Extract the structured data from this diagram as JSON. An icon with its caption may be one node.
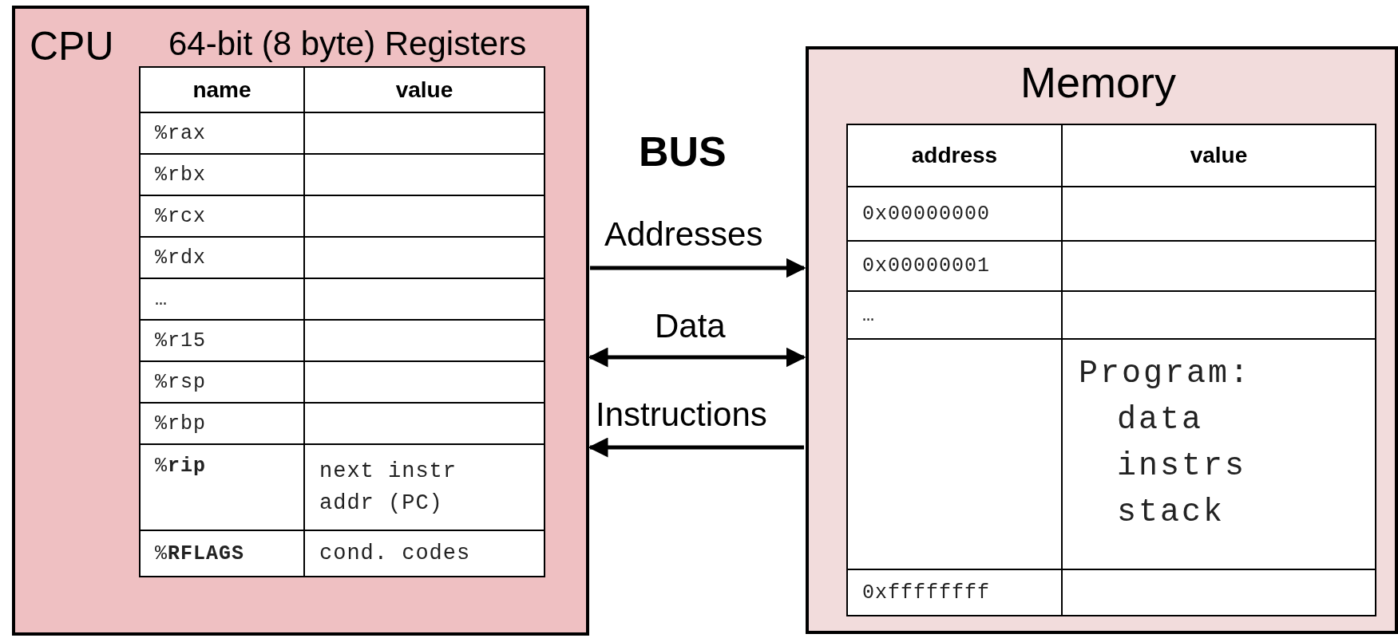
{
  "diagram": {
    "nodes": [
      {
        "text": [
          "CPU",
          "64-bit (8 byte) Registers"
        ]
      },
      {
        "text": [
          "Memory"
        ]
      }
    ],
    "edges": [
      {
        "from": 0,
        "to": 1,
        "arrow": "to",
        "label": "Addresses"
      },
      {
        "from": 0,
        "to": 1,
        "arrow": "both",
        "label": "Data"
      },
      {
        "from": 1,
        "to": 0,
        "arrow": "to",
        "label": "Instructions"
      }
    ],
    "labels": [
      "BUS",
      "name",
      "value",
      "%rax",
      "%rbx",
      "%rcx",
      "%rdx",
      "…",
      "%r15",
      "%rsp",
      "%rbp",
      "%**rip**",
      "next instr addr (PC)",
      "%**RFLAGS**",
      "cond. codes",
      "address",
      "value",
      "0x00000000",
      "0x00000001",
      "…",
      "Program: data instrs stack",
      "0xffffffff"
    ]
  }
}
